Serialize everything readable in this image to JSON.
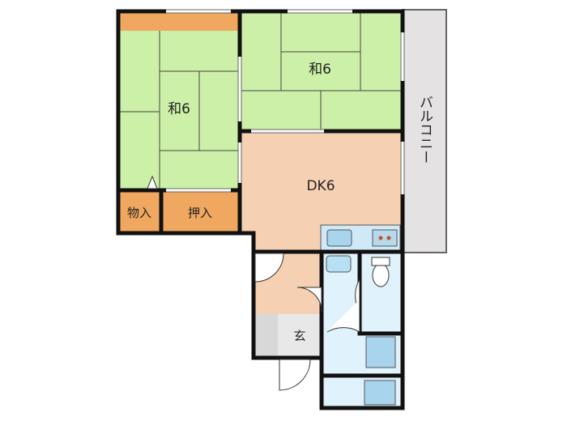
{
  "rooms": {
    "washitsu_left": {
      "label": "和6"
    },
    "washitsu_top": {
      "label": "和6"
    },
    "dk": {
      "label": "DK6"
    },
    "monoire": {
      "label": "物入"
    },
    "oshiire": {
      "label": "押入"
    },
    "genkan": {
      "label": "玄"
    },
    "balcony": {
      "label": "バルコニー"
    }
  },
  "colors": {
    "tatami": "#ccf0a8",
    "storage": "#f0a860",
    "dk_floor": "#f6d0b2",
    "wet_area": "#e0f2fc",
    "balcony": "#e4e2e2",
    "genkan_floor": "#d8d8d8",
    "wall": "#111111"
  }
}
